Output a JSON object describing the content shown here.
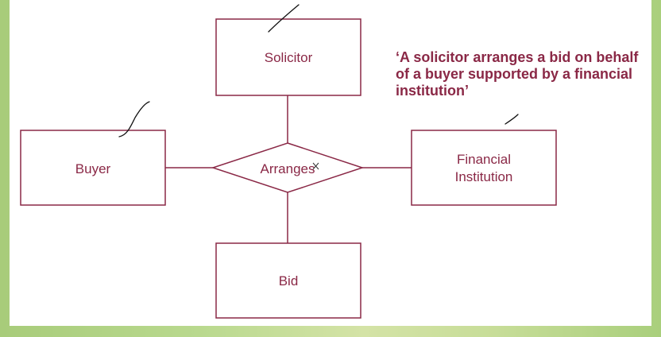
{
  "diagram": {
    "entities": {
      "solicitor": "Solicitor",
      "buyer": "Buyer",
      "financial_institution_line1": "Financial",
      "financial_institution_line2": "Institution",
      "bid": "Bid"
    },
    "relationship": "Arranges",
    "quote": "‘A solicitor arranges a bid on behalf of a buyer supported by a financial institution’"
  },
  "colors": {
    "accent": "#8a2846",
    "background_green": "#b9d98e"
  }
}
